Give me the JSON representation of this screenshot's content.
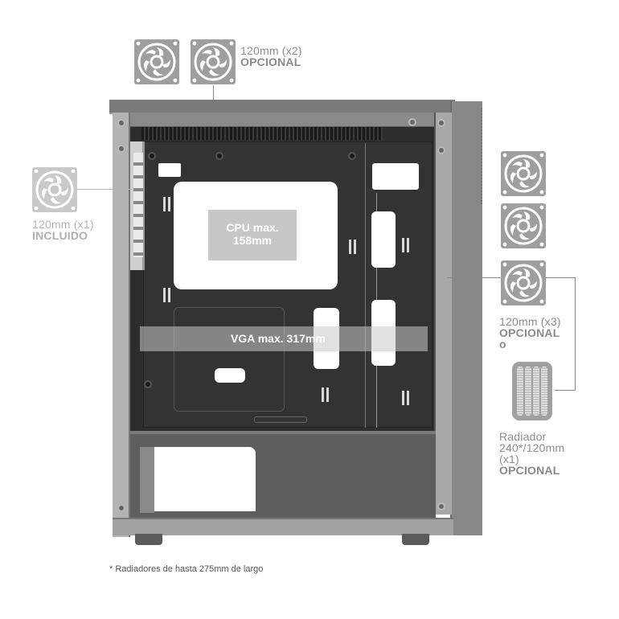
{
  "diagram": {
    "subject": "PC case interior (side view) with cooling and clearance specs",
    "top_fans": {
      "icon": "fan-icon",
      "count_shown": 2,
      "size": "120mm (x2)",
      "status": "OPCIONAL"
    },
    "rear_fan": {
      "icon": "fan-icon",
      "count_shown": 1,
      "size": "120mm (x1)",
      "status": "INCLUIDO"
    },
    "front_fans": {
      "icon": "fan-icon",
      "count_shown": 3,
      "size": "120mm (x3)",
      "status": "OPCIONAL",
      "connector": "o"
    },
    "front_radiator": {
      "icon": "radiator-icon",
      "line1": "Radiador",
      "line2": "240*/120mm",
      "line3": "(x1)",
      "status": "OPCIONAL"
    },
    "cpu_clearance": {
      "line1": "CPU max.",
      "line2": "158mm"
    },
    "vga_clearance": {
      "label": "VGA max. 317mm"
    },
    "footnote": "* Radiadores de hasta 275mm de largo"
  }
}
